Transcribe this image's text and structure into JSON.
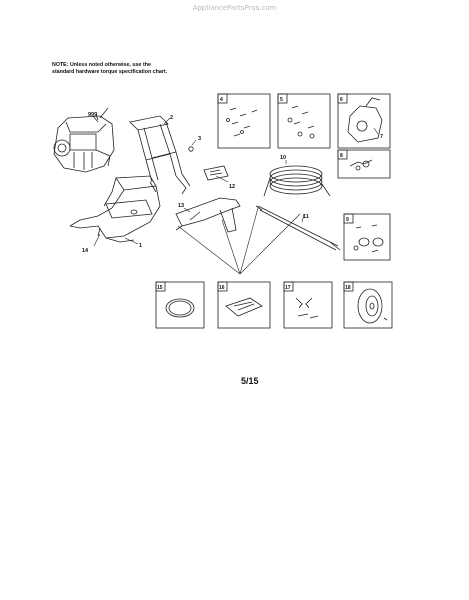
{
  "watermark": "AppliancePartsPros.com",
  "note": "NOTE: Unless noted otherwise, use the standard hardware torque specification chart.",
  "page_number": "5/15",
  "callouts": {
    "engine": "999",
    "handle": "2",
    "bolt": "3",
    "base": "1",
    "foot": "14",
    "decal": "12",
    "gun": "13",
    "hose": "10",
    "wand": "11",
    "pump_fitting": "7"
  },
  "boxes": {
    "b4": "4",
    "b5": "5",
    "b6": "6",
    "b8": "8",
    "b9": "9",
    "b15": "15",
    "b16": "16",
    "b17": "17",
    "b18": "18"
  }
}
